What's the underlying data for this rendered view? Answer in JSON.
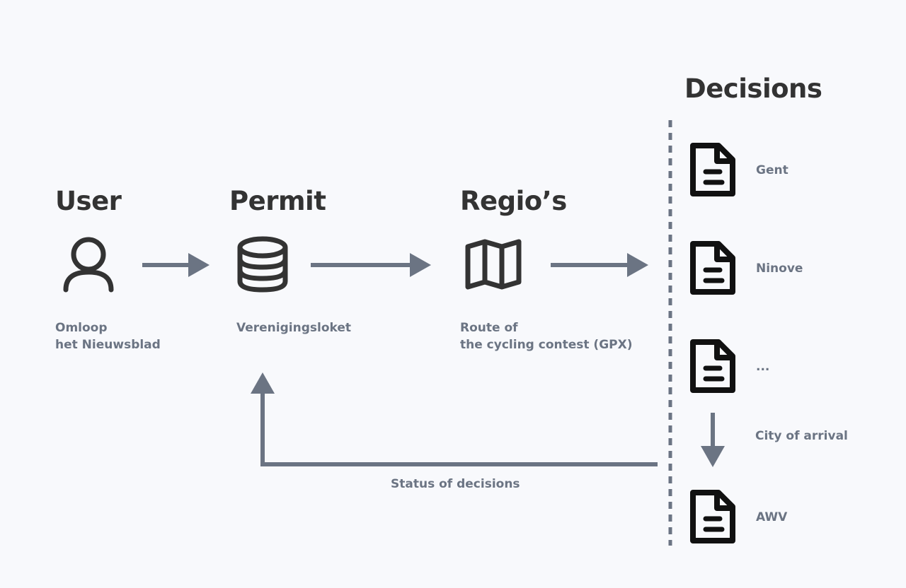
{
  "colors": {
    "background": "#f8f9fc",
    "heading": "#333333",
    "caption": "#6b7483",
    "arrow": "#6b7483",
    "doc_icon": "#111111"
  },
  "columns": [
    {
      "heading": "User",
      "icon": "user-icon",
      "caption_lines": [
        "Omloop",
        "het Nieuwsblad"
      ]
    },
    {
      "heading": "Permit",
      "icon": "database-icon",
      "caption_lines": [
        "Verenigingsloket"
      ]
    },
    {
      "heading": "Regio’s",
      "icon": "map-icon",
      "caption_lines": [
        "Route of",
        "the cycling contest (GPX)"
      ]
    }
  ],
  "decisions": {
    "heading": "Decisions",
    "items": [
      {
        "label": "Gent",
        "icon": "document-icon"
      },
      {
        "label": "Ninove",
        "icon": "document-icon"
      },
      {
        "label": "...",
        "icon": "document-icon"
      },
      {
        "label": "AWV",
        "icon": "document-icon"
      }
    ],
    "arrow_label": "City of arrival"
  },
  "feedback": {
    "label": "Status of decisions"
  }
}
